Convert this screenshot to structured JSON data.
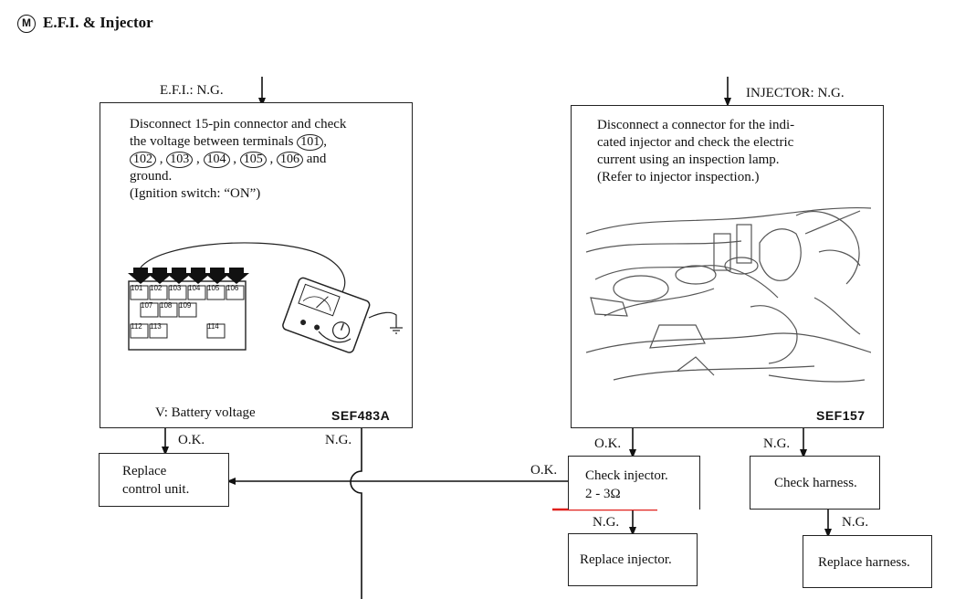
{
  "header": {
    "badge": "M",
    "title": "E.F.I. & Injector"
  },
  "efi": {
    "label": "E.F.I.:  N.G.",
    "line1": "Disconnect 15-pin connector and check",
    "line2": "the voltage between terminals",
    "terminals": [
      "101",
      "102",
      "103",
      "104",
      "105",
      "106"
    ],
    "and": "and",
    "line4": "ground.",
    "line5": "(Ignition switch:  “ON”)",
    "connector_pins": [
      "101",
      "102",
      "103",
      "104",
      "105",
      "106",
      "107",
      "108",
      "109",
      "112",
      "113",
      "114"
    ],
    "footer": "V:  Battery voltage",
    "code": "SEF483A"
  },
  "injector": {
    "label": "INJECTOR:  N.G.",
    "line1": "Disconnect a connector for the indi-",
    "line2": "cated injector and check the electric",
    "line3": "current using an inspection lamp.",
    "line4": "(Refer to injector inspection.)",
    "code": "SEF157"
  },
  "flow": {
    "efi_ok": "O.K.",
    "efi_ng": "N.G.",
    "replace_control_1": "Replace",
    "replace_control_2": "control unit.",
    "inj_ok_left": "O.K.",
    "inj_ok_down": "O.K.",
    "inj_ng_down": "N.G.",
    "check_injector_1": "Check injector.",
    "check_injector_2": "2 - 3Ω",
    "check_harness": "Check harness.",
    "check_inj_ng": "N.G.",
    "replace_injector": "Replace injector.",
    "harness_ng": "N.G.",
    "replace_harness": "Replace harness."
  },
  "colors": {
    "ink": "#111111",
    "underline": "#e0201c"
  }
}
